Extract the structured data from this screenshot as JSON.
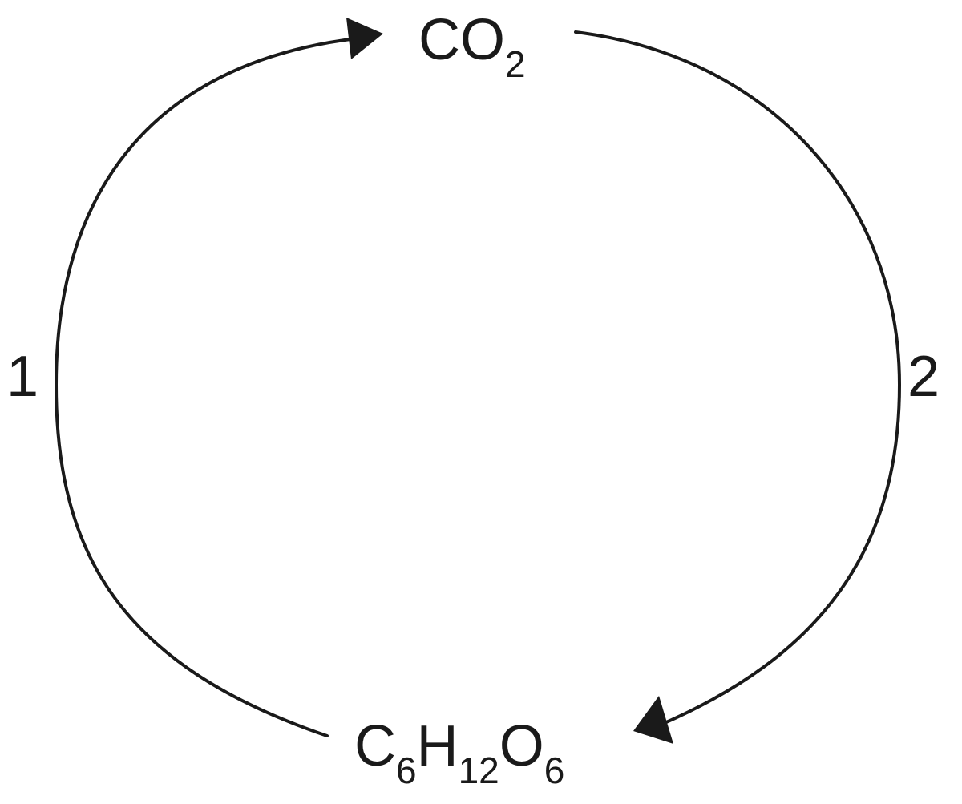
{
  "diagram": {
    "top_node": {
      "base": "CO",
      "sub": "2"
    },
    "bottom_node": {
      "parts": [
        {
          "base": "C",
          "sub": "6"
        },
        {
          "base": "H",
          "sub": "12"
        },
        {
          "base": "O",
          "sub": "6"
        }
      ]
    },
    "left_label": "1",
    "right_label": "2",
    "colors": {
      "stroke": "#1a1a1a",
      "background": "#ffffff"
    }
  }
}
